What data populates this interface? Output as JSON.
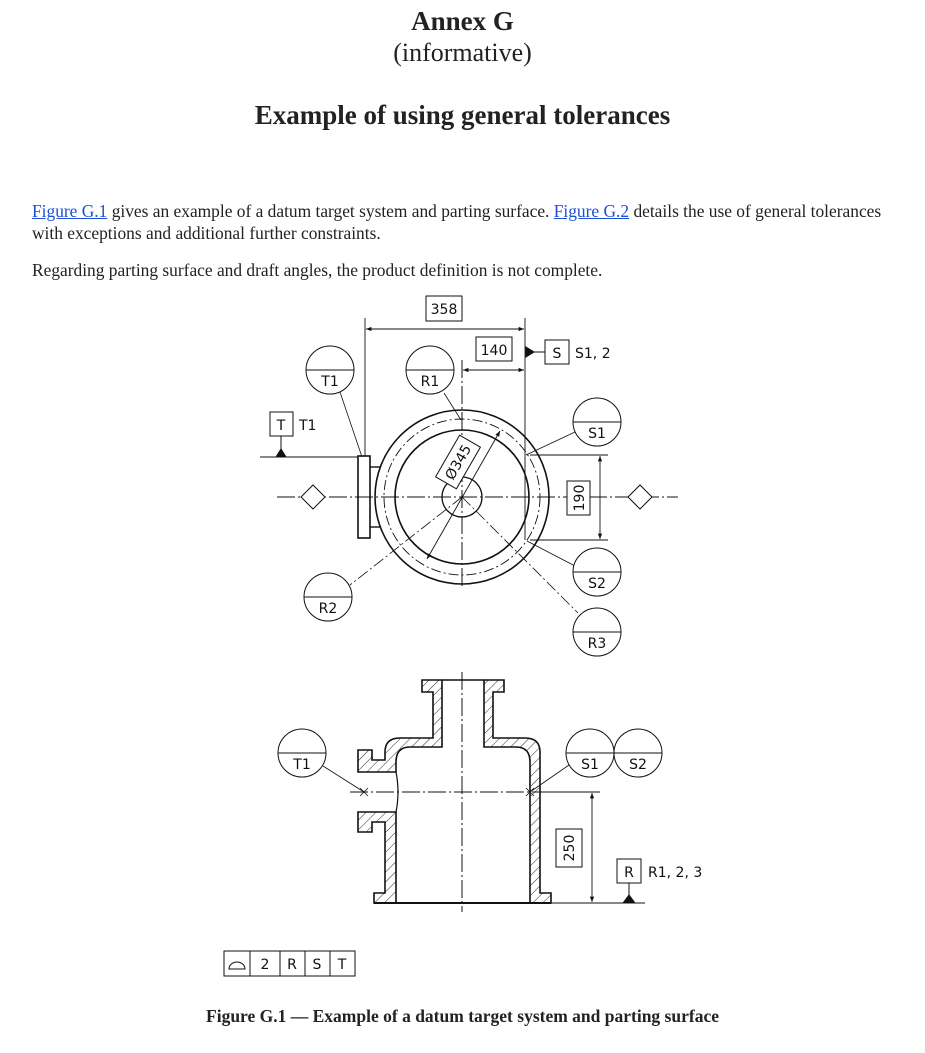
{
  "header": {
    "annex": "Annex G",
    "informative": "(informative)",
    "heading": "Example of using general tolerances"
  },
  "body": {
    "p1_link1": "Figure G.1",
    "p1_text1": " gives an example of a datum target system and parting surface. ",
    "p1_link2": "Figure G.2",
    "p1_text2": " details the use of general tolerances with exceptions and additional further constraints.",
    "p2": "Regarding parting surface and draft angles, the product definition is not complete."
  },
  "figure": {
    "caption": "Figure G.1 — Example of a datum target system and parting surface",
    "top_view": {
      "dim_358": "358",
      "dim_140": "140",
      "dim_190": "190",
      "dim_dia": "Ø345",
      "datum_s": "S",
      "datum_s_targets": "S1, 2",
      "datum_t": "T",
      "datum_t_targets": "T1",
      "targets": [
        "T1",
        "R1",
        "S1",
        "S2",
        "R2",
        "R3"
      ]
    },
    "section_view": {
      "dim_250": "250",
      "datum_r": "R",
      "datum_r_targets": "R1, 2, 3",
      "targets": [
        "T1",
        "S1",
        "S2"
      ]
    },
    "frame": {
      "symbol": "surface-profile",
      "value": "2",
      "datums": [
        "R",
        "S",
        "T"
      ]
    }
  },
  "colors": {
    "link": "#1a4fd6"
  }
}
